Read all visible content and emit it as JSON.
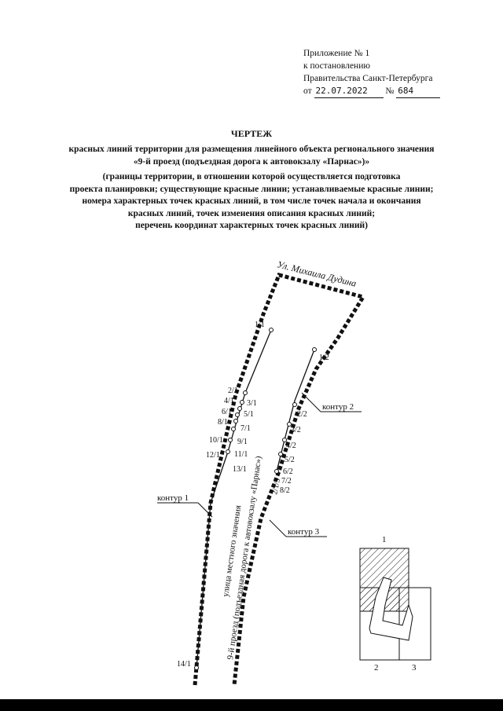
{
  "appendix": {
    "line1": "Приложение № 1",
    "line2": "к постановлению",
    "line3": "Правительства Санкт-Петербурга",
    "date_prefix": "от",
    "date": "22.07.2022",
    "number_prefix": "№",
    "number": "684"
  },
  "title": "ЧЕРТЕЖ",
  "subtitle_lines": [
    "красных линий территории для размещения линейного объекта регионального значения",
    "«9-й проезд (подъездная дорога к автовокзалу «Парнас»)»"
  ],
  "legend_lines": [
    "(границы территории, в отношении которой осуществляется подготовка",
    "проекта планировки; существующие красные линии; устанавливаемые красные линии;",
    "номера характерных точек красных линий, в том числе точек начала и окончания",
    "красных линий, точек изменения описания красных линий;",
    "перечень координат характерных точек красных линий)"
  ],
  "map": {
    "street_top": "Ул. Михаила Дудина",
    "street_local": "улица местного значения",
    "street_proezd": "9-й проезд (подъездная дорога к автовокзалу «Парнас»)",
    "contour_labels": [
      "контур 1",
      "контур 2",
      "контур 3"
    ],
    "points_c1": [
      "1/1",
      "2/1",
      "3/1",
      "4/1",
      "5/1",
      "6/1",
      "7/1",
      "8/1",
      "9/1",
      "10/1",
      "11/1",
      "12/1",
      "13/1",
      "14/1"
    ],
    "points_c2": [
      "1/2",
      "2/2",
      "3/2",
      "4/2",
      "5/2",
      "6/2",
      "7/2",
      "8/2"
    ],
    "point_c3": "2/1/3",
    "inset_labels": [
      "1",
      "2",
      "3"
    ]
  }
}
